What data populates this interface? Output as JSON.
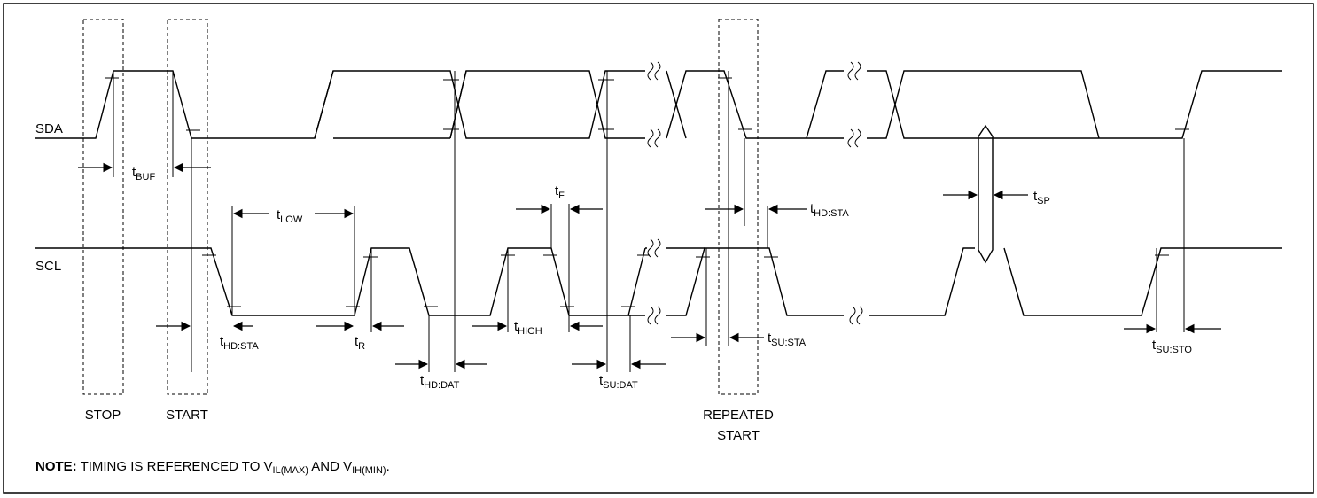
{
  "signals": {
    "sda": "SDA",
    "scl": "SCL"
  },
  "markers": {
    "stop": "STOP",
    "start": "START",
    "repeated_1": "REPEATED",
    "repeated_2": "START"
  },
  "timing": {
    "buf": {
      "t": "t",
      "sub": "BUF"
    },
    "low": {
      "t": "t",
      "sub": "LOW"
    },
    "f": {
      "t": "t",
      "sub": "F"
    },
    "hd_sta_top": {
      "t": "t",
      "sub": "HD:STA"
    },
    "sp": {
      "t": "t",
      "sub": "SP"
    },
    "hd_sta_bottom": {
      "t": "t",
      "sub": "HD:STA"
    },
    "r": {
      "t": "t",
      "sub": "R"
    },
    "high": {
      "t": "t",
      "sub": "HIGH"
    },
    "hd_dat": {
      "t": "t",
      "sub": "HD:DAT"
    },
    "su_dat": {
      "t": "t",
      "sub": "SU:DAT"
    },
    "su_sta": {
      "t": "t",
      "sub": "SU:STA"
    },
    "su_sto": {
      "t": "t",
      "sub": "SU:STO"
    }
  },
  "note": {
    "bold": "NOTE:",
    "text1": " TIMING IS REFERENCED TO V",
    "sub1": "IL(MAX)",
    "text2": " AND V",
    "sub2": "IH(MIN)",
    "text3": "."
  }
}
